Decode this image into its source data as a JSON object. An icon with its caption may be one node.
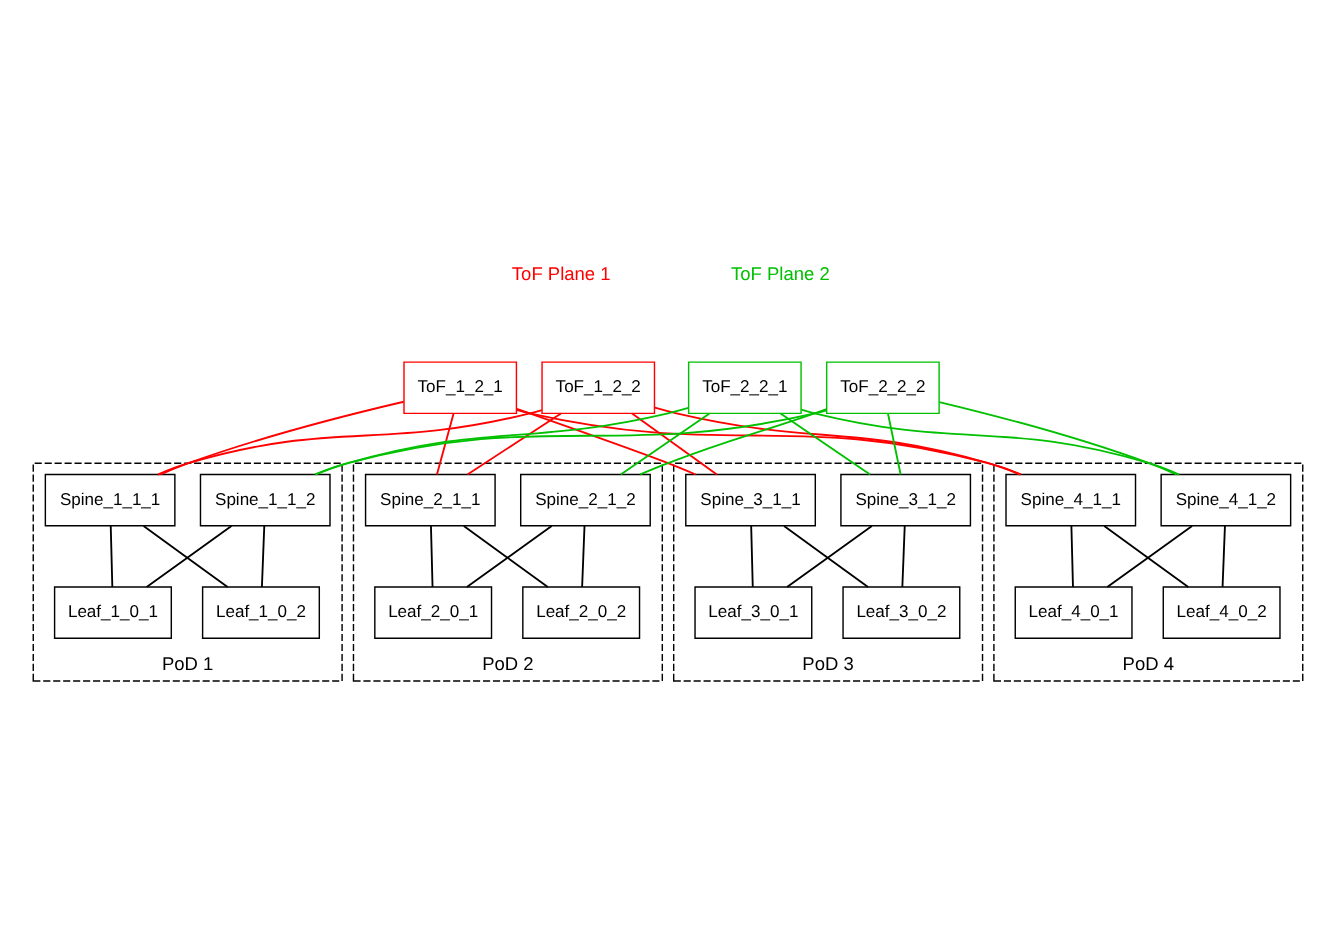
{
  "diagram": {
    "nodes": [
      {
        "text": [
          "ToF_1_2_1"
        ]
      },
      {
        "text": [
          "ToF_1_2_2"
        ]
      },
      {
        "text": [
          "ToF_2_2_1"
        ]
      },
      {
        "text": [
          "ToF_2_2_2"
        ]
      },
      {
        "text": [
          "PoD 1"
        ]
      },
      {
        "text": [
          "Spine_1_1_1"
        ],
        "in": 4
      },
      {
        "text": [
          "Spine_1_1_2"
        ],
        "in": 4
      },
      {
        "text": [
          "Leaf_1_0_1"
        ],
        "in": 4
      },
      {
        "text": [
          "Leaf_1_0_2"
        ],
        "in": 4
      },
      {
        "text": [
          "PoD 2"
        ]
      },
      {
        "text": [
          "Spine_2_1_1"
        ],
        "in": 9
      },
      {
        "text": [
          "Spine_2_1_2"
        ],
        "in": 9
      },
      {
        "text": [
          "Leaf_2_0_1"
        ],
        "in": 9
      },
      {
        "text": [
          "Leaf_2_0_2"
        ],
        "in": 9
      },
      {
        "text": [
          "PoD 3"
        ]
      },
      {
        "text": [
          "Spine_3_1_1"
        ],
        "in": 14
      },
      {
        "text": [
          "Spine_3_1_2"
        ],
        "in": 14
      },
      {
        "text": [
          "Leaf_3_0_1"
        ],
        "in": 14
      },
      {
        "text": [
          "Leaf_3_0_2"
        ],
        "in": 14
      },
      {
        "text": [
          "PoD 4"
        ]
      },
      {
        "text": [
          "Spine_4_1_1"
        ],
        "in": 19
      },
      {
        "text": [
          "Spine_4_1_2"
        ],
        "in": 19
      },
      {
        "text": [
          "Leaf_4_0_1"
        ],
        "in": 19
      },
      {
        "text": [
          "Leaf_4_0_2"
        ],
        "in": 19
      }
    ],
    "edges": [
      {
        "from": 0,
        "to": 5,
        "arrow": "none",
        "color": "#ff0000"
      },
      {
        "from": 0,
        "to": 10,
        "arrow": "none",
        "color": "#ff0000"
      },
      {
        "from": 0,
        "to": 15,
        "arrow": "none",
        "color": "#ff0000"
      },
      {
        "from": 0,
        "to": 20,
        "arrow": "none",
        "color": "#ff0000"
      },
      {
        "from": 1,
        "to": 5,
        "arrow": "none",
        "color": "#ff0000"
      },
      {
        "from": 1,
        "to": 10,
        "arrow": "none",
        "color": "#ff0000"
      },
      {
        "from": 1,
        "to": 15,
        "arrow": "none",
        "color": "#ff0000"
      },
      {
        "from": 1,
        "to": 20,
        "arrow": "none",
        "color": "#ff0000"
      },
      {
        "from": 2,
        "to": 6,
        "arrow": "none",
        "color": "#00c000"
      },
      {
        "from": 2,
        "to": 11,
        "arrow": "none",
        "color": "#00c000"
      },
      {
        "from": 2,
        "to": 16,
        "arrow": "none",
        "color": "#00c000"
      },
      {
        "from": 2,
        "to": 21,
        "arrow": "none",
        "color": "#00c000"
      },
      {
        "from": 3,
        "to": 6,
        "arrow": "none",
        "color": "#00c000"
      },
      {
        "from": 3,
        "to": 11,
        "arrow": "none",
        "color": "#00c000"
      },
      {
        "from": 3,
        "to": 16,
        "arrow": "none",
        "color": "#00c000"
      },
      {
        "from": 3,
        "to": 21,
        "arrow": "none",
        "color": "#00c000"
      },
      {
        "from": 5,
        "to": 7,
        "arrow": "none"
      },
      {
        "from": 5,
        "to": 8,
        "arrow": "none"
      },
      {
        "from": 6,
        "to": 7,
        "arrow": "none"
      },
      {
        "from": 6,
        "to": 8,
        "arrow": "none"
      },
      {
        "from": 10,
        "to": 12,
        "arrow": "none"
      },
      {
        "from": 10,
        "to": 13,
        "arrow": "none"
      },
      {
        "from": 11,
        "to": 12,
        "arrow": "none"
      },
      {
        "from": 11,
        "to": 13,
        "arrow": "none"
      },
      {
        "from": 15,
        "to": 17,
        "arrow": "none"
      },
      {
        "from": 15,
        "to": 18,
        "arrow": "none"
      },
      {
        "from": 16,
        "to": 17,
        "arrow": "none"
      },
      {
        "from": 16,
        "to": 18,
        "arrow": "none"
      },
      {
        "from": 20,
        "to": 22,
        "arrow": "none"
      },
      {
        "from": 20,
        "to": 23,
        "arrow": "none"
      },
      {
        "from": 21,
        "to": 22,
        "arrow": "none"
      },
      {
        "from": 21,
        "to": 23,
        "arrow": "none"
      }
    ],
    "labels": [
      "ToF Plane 1",
      "ToF Plane 2"
    ]
  }
}
